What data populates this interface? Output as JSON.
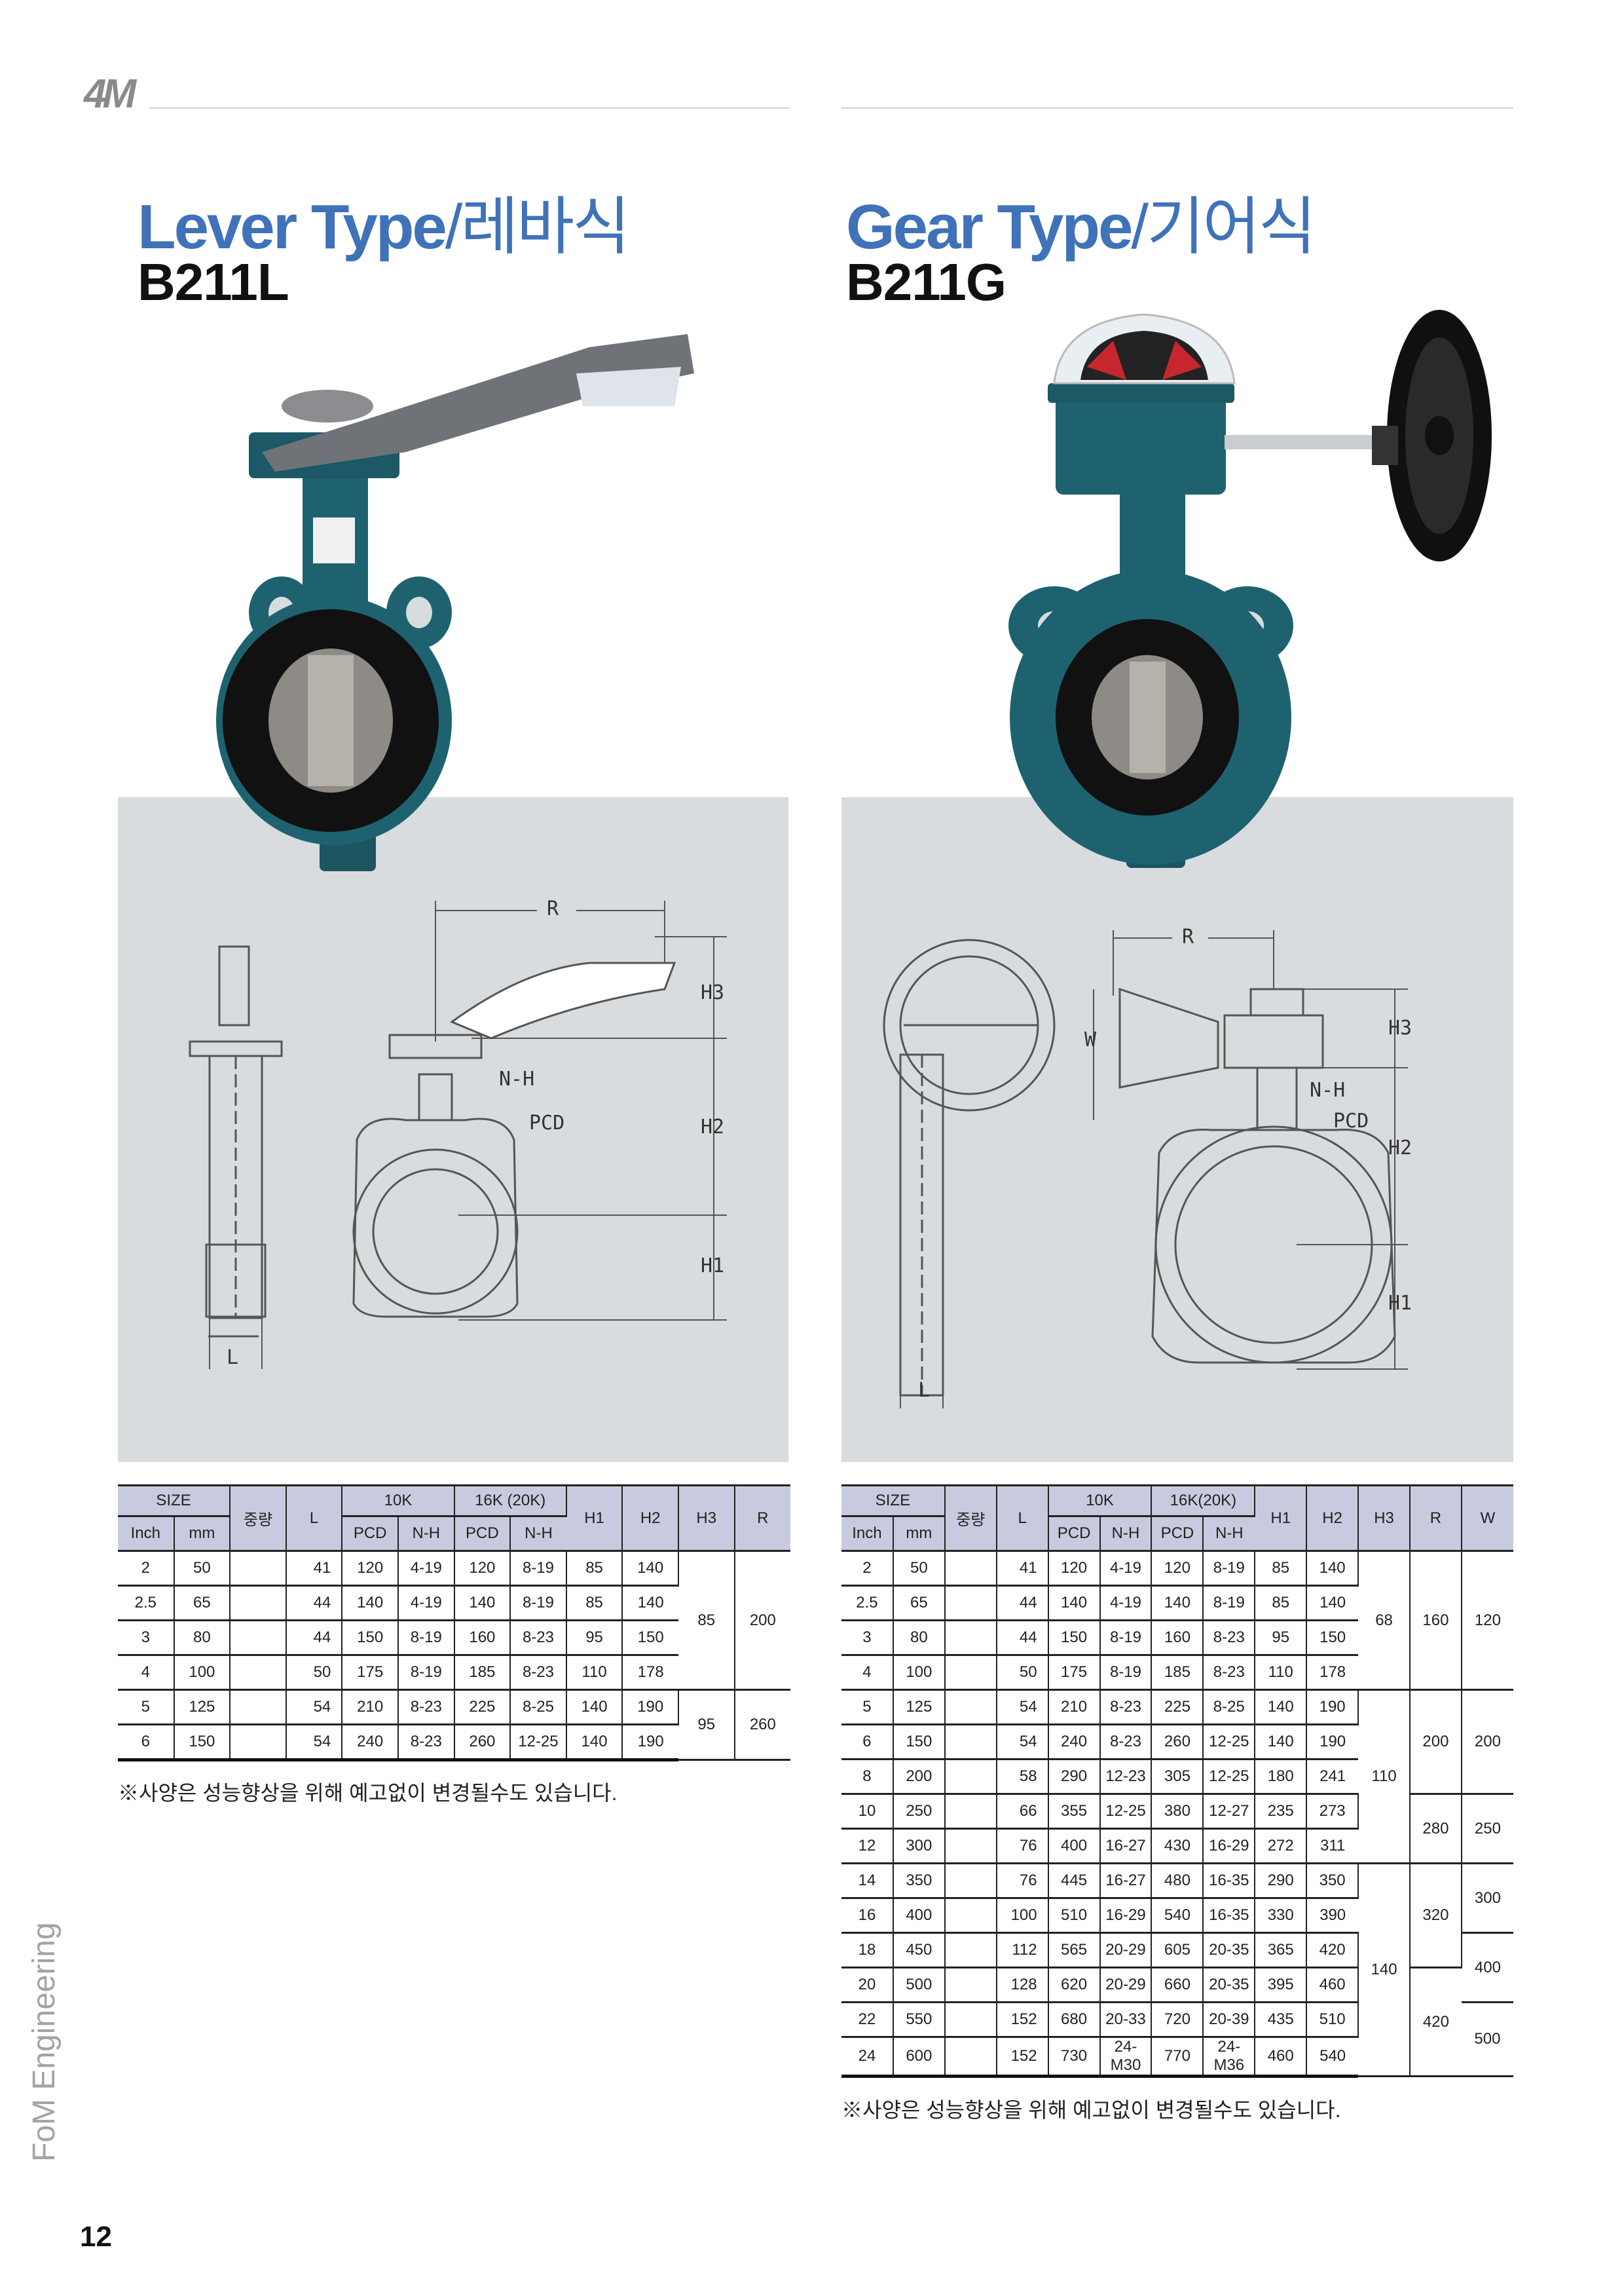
{
  "header": {
    "logo": "4M"
  },
  "left": {
    "title_en": "Lever Type",
    "title_kr": "/레바식",
    "model": "B211L",
    "diagram_labels": {
      "R": "R",
      "H3": "H3",
      "H2": "H2",
      "H1": "H1",
      "NH": "N-H",
      "PCD": "PCD",
      "L": "L"
    },
    "table": {
      "headers": {
        "size": "SIZE",
        "weight": "중량",
        "L": "L",
        "k10": "10K",
        "k16": "16K (20K)",
        "H1": "H1",
        "H2": "H2",
        "H3": "H3",
        "R": "R",
        "inch": "Inch",
        "mm": "mm",
        "pcd": "PCD",
        "nh": "N-H",
        "pcd2": "PCD",
        "nh2": "N-H"
      },
      "rows": [
        {
          "inch": "2",
          "mm": "50",
          "weight": "",
          "L": "41",
          "pcd10": "120",
          "nh10": "4-19",
          "pcd16": "120",
          "nh16": "8-19",
          "H1": "85",
          "H2": "140"
        },
        {
          "inch": "2.5",
          "mm": "65",
          "weight": "",
          "L": "44",
          "pcd10": "140",
          "nh10": "4-19",
          "pcd16": "140",
          "nh16": "8-19",
          "H1": "85",
          "H2": "140"
        },
        {
          "inch": "3",
          "mm": "80",
          "weight": "",
          "L": "44",
          "pcd10": "150",
          "nh10": "8-19",
          "pcd16": "160",
          "nh16": "8-23",
          "H1": "95",
          "H2": "150"
        },
        {
          "inch": "4",
          "mm": "100",
          "weight": "",
          "L": "50",
          "pcd10": "175",
          "nh10": "8-19",
          "pcd16": "185",
          "nh16": "8-23",
          "H1": "110",
          "H2": "178"
        },
        {
          "inch": "5",
          "mm": "125",
          "weight": "",
          "L": "54",
          "pcd10": "210",
          "nh10": "8-23",
          "pcd16": "225",
          "nh16": "8-25",
          "H1": "140",
          "H2": "190"
        },
        {
          "inch": "6",
          "mm": "150",
          "weight": "",
          "L": "54",
          "pcd10": "240",
          "nh10": "8-23",
          "pcd16": "260",
          "nh16": "12-25",
          "H1": "140",
          "H2": "190"
        }
      ],
      "merged": {
        "H3": [
          {
            "value": "85",
            "span": 4
          },
          {
            "value": "95",
            "span": 2
          }
        ],
        "R": [
          {
            "value": "200",
            "span": 4
          },
          {
            "value": "260",
            "span": 2
          }
        ]
      }
    },
    "note": "※사양은 성능향상을 위해 예고없이 변경될수도 있습니다."
  },
  "right": {
    "title_en": "Gear Type",
    "title_kr": "/기어식",
    "model": "B211G",
    "diagram_labels": {
      "R": "R",
      "W": "W",
      "H3": "H3",
      "H2": "H2",
      "H1": "H1",
      "NH": "N-H",
      "PCD": "PCD",
      "L": "L"
    },
    "table": {
      "headers": {
        "size": "SIZE",
        "weight": "중량",
        "L": "L",
        "k10": "10K",
        "k16": "16K(20K)",
        "H1": "H1",
        "H2": "H2",
        "H3": "H3",
        "R": "R",
        "W": "W",
        "inch": "Inch",
        "mm": "mm",
        "pcd": "PCD",
        "nh": "N-H",
        "pcd2": "PCD",
        "nh2": "N-H"
      },
      "rows": [
        {
          "inch": "2",
          "mm": "50",
          "weight": "",
          "L": "41",
          "pcd10": "120",
          "nh10": "4-19",
          "pcd16": "120",
          "nh16": "8-19",
          "H1": "85",
          "H2": "140"
        },
        {
          "inch": "2.5",
          "mm": "65",
          "weight": "",
          "L": "44",
          "pcd10": "140",
          "nh10": "4-19",
          "pcd16": "140",
          "nh16": "8-19",
          "H1": "85",
          "H2": "140"
        },
        {
          "inch": "3",
          "mm": "80",
          "weight": "",
          "L": "44",
          "pcd10": "150",
          "nh10": "8-19",
          "pcd16": "160",
          "nh16": "8-23",
          "H1": "95",
          "H2": "150"
        },
        {
          "inch": "4",
          "mm": "100",
          "weight": "",
          "L": "50",
          "pcd10": "175",
          "nh10": "8-19",
          "pcd16": "185",
          "nh16": "8-23",
          "H1": "110",
          "H2": "178"
        },
        {
          "inch": "5",
          "mm": "125",
          "weight": "",
          "L": "54",
          "pcd10": "210",
          "nh10": "8-23",
          "pcd16": "225",
          "nh16": "8-25",
          "H1": "140",
          "H2": "190"
        },
        {
          "inch": "6",
          "mm": "150",
          "weight": "",
          "L": "54",
          "pcd10": "240",
          "nh10": "8-23",
          "pcd16": "260",
          "nh16": "12-25",
          "H1": "140",
          "H2": "190"
        },
        {
          "inch": "8",
          "mm": "200",
          "weight": "",
          "L": "58",
          "pcd10": "290",
          "nh10": "12-23",
          "pcd16": "305",
          "nh16": "12-25",
          "H1": "180",
          "H2": "241"
        },
        {
          "inch": "10",
          "mm": "250",
          "weight": "",
          "L": "66",
          "pcd10": "355",
          "nh10": "12-25",
          "pcd16": "380",
          "nh16": "12-27",
          "H1": "235",
          "H2": "273"
        },
        {
          "inch": "12",
          "mm": "300",
          "weight": "",
          "L": "76",
          "pcd10": "400",
          "nh10": "16-27",
          "pcd16": "430",
          "nh16": "16-29",
          "H1": "272",
          "H2": "311"
        },
        {
          "inch": "14",
          "mm": "350",
          "weight": "",
          "L": "76",
          "pcd10": "445",
          "nh10": "16-27",
          "pcd16": "480",
          "nh16": "16-35",
          "H1": "290",
          "H2": "350"
        },
        {
          "inch": "16",
          "mm": "400",
          "weight": "",
          "L": "100",
          "pcd10": "510",
          "nh10": "16-29",
          "pcd16": "540",
          "nh16": "16-35",
          "H1": "330",
          "H2": "390"
        },
        {
          "inch": "18",
          "mm": "450",
          "weight": "",
          "L": "112",
          "pcd10": "565",
          "nh10": "20-29",
          "pcd16": "605",
          "nh16": "20-35",
          "H1": "365",
          "H2": "420"
        },
        {
          "inch": "20",
          "mm": "500",
          "weight": "",
          "L": "128",
          "pcd10": "620",
          "nh10": "20-29",
          "pcd16": "660",
          "nh16": "20-35",
          "H1": "395",
          "H2": "460"
        },
        {
          "inch": "22",
          "mm": "550",
          "weight": "",
          "L": "152",
          "pcd10": "680",
          "nh10": "20-33",
          "pcd16": "720",
          "nh16": "20-39",
          "H1": "435",
          "H2": "510"
        },
        {
          "inch": "24",
          "mm": "600",
          "weight": "",
          "L": "152",
          "pcd10": "730",
          "nh10": "24-M30",
          "pcd16": "770",
          "nh16": "24-M36",
          "H1": "460",
          "H2": "540"
        }
      ],
      "merged": {
        "H3": [
          {
            "value": "68",
            "span": 4
          },
          {
            "value": "110",
            "span": 5
          },
          {
            "value": "140",
            "span": 6
          }
        ],
        "R": [
          {
            "value": "160",
            "span": 4
          },
          {
            "value": "200",
            "span": 3
          },
          {
            "value": "280",
            "span": 2
          },
          {
            "value": "320",
            "span": 3
          },
          {
            "value": "420",
            "span": 3
          }
        ],
        "W": [
          {
            "value": "120",
            "span": 4
          },
          {
            "value": "200",
            "span": 3
          },
          {
            "value": "250",
            "span": 2
          },
          {
            "value": "300",
            "span": 2
          },
          {
            "value": "400",
            "span": 2
          },
          {
            "value": "500",
            "span": 2
          }
        ]
      }
    },
    "note": "※사양은 성능향상을 위해 예고없이 변경될수도 있습니다."
  },
  "footer": {
    "side_text": "FoM Engineering",
    "page_number": "12"
  },
  "colors": {
    "title_blue": "#3f72b8",
    "table_header": "#c8cadf",
    "panel_gray": "#d8dcdf",
    "valve_teal": "#1e6270"
  }
}
